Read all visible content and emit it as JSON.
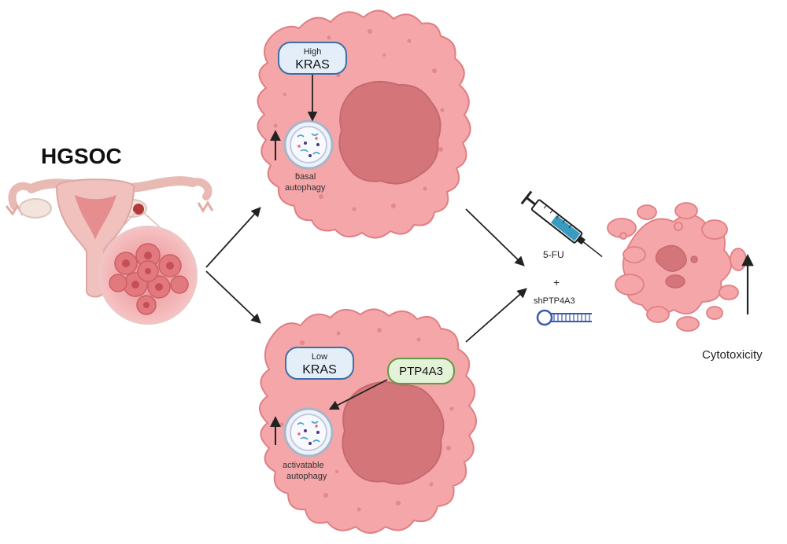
{
  "title": "HGSOC",
  "top_cell": {
    "badge_level": "High",
    "badge_gene": "KRAS",
    "autophagy_label_line1": "basal",
    "autophagy_label_line2": "autophagy"
  },
  "bottom_cell": {
    "badge_level": "Low",
    "badge_gene": "KRAS",
    "regulator": "PTP4A3",
    "autophagy_label_line1": "activatable",
    "autophagy_label_line2": "autophagy"
  },
  "treatment": {
    "drug": "5-FU",
    "plus": "+",
    "shrna": "shPTP4A3"
  },
  "outcome": {
    "label": "Cytotoxicity"
  },
  "colors": {
    "cell": "#f4a6a8",
    "cell_edge": "#e07f84",
    "nucleus": "#d4757a",
    "pill_blue": "#3b6fa8",
    "pill_green": "#5f9a45"
  }
}
